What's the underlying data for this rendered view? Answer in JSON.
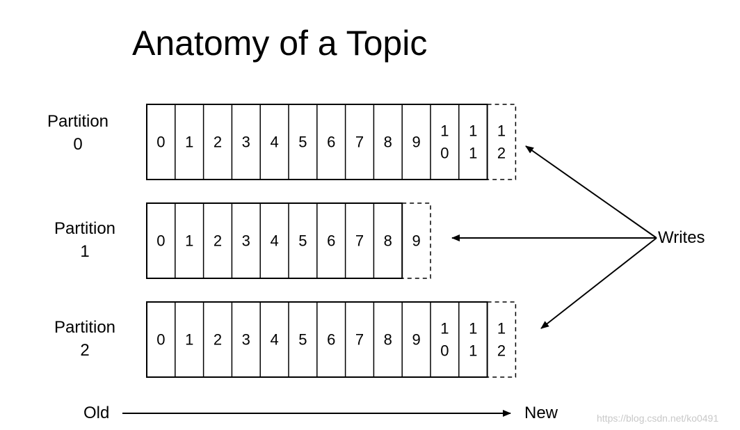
{
  "title": "Anatomy of a Topic",
  "partitions": [
    {
      "label_line1": "Partition",
      "label_line2": "0",
      "offsets": [
        "0",
        "1",
        "2",
        "3",
        "4",
        "5",
        "6",
        "7",
        "8",
        "9",
        "10",
        "11"
      ],
      "next_offset": "12"
    },
    {
      "label_line1": "Partition",
      "label_line2": "1",
      "offsets": [
        "0",
        "1",
        "2",
        "3",
        "4",
        "5",
        "6",
        "7",
        "8"
      ],
      "next_offset": "9"
    },
    {
      "label_line1": "Partition",
      "label_line2": "2",
      "offsets": [
        "0",
        "1",
        "2",
        "3",
        "4",
        "5",
        "6",
        "7",
        "8",
        "9",
        "10",
        "11"
      ],
      "next_offset": "12"
    }
  ],
  "writes_label": "Writes",
  "axis": {
    "old_label": "Old",
    "new_label": "New"
  },
  "watermark": "https://blog.csdn.net/ko0491"
}
